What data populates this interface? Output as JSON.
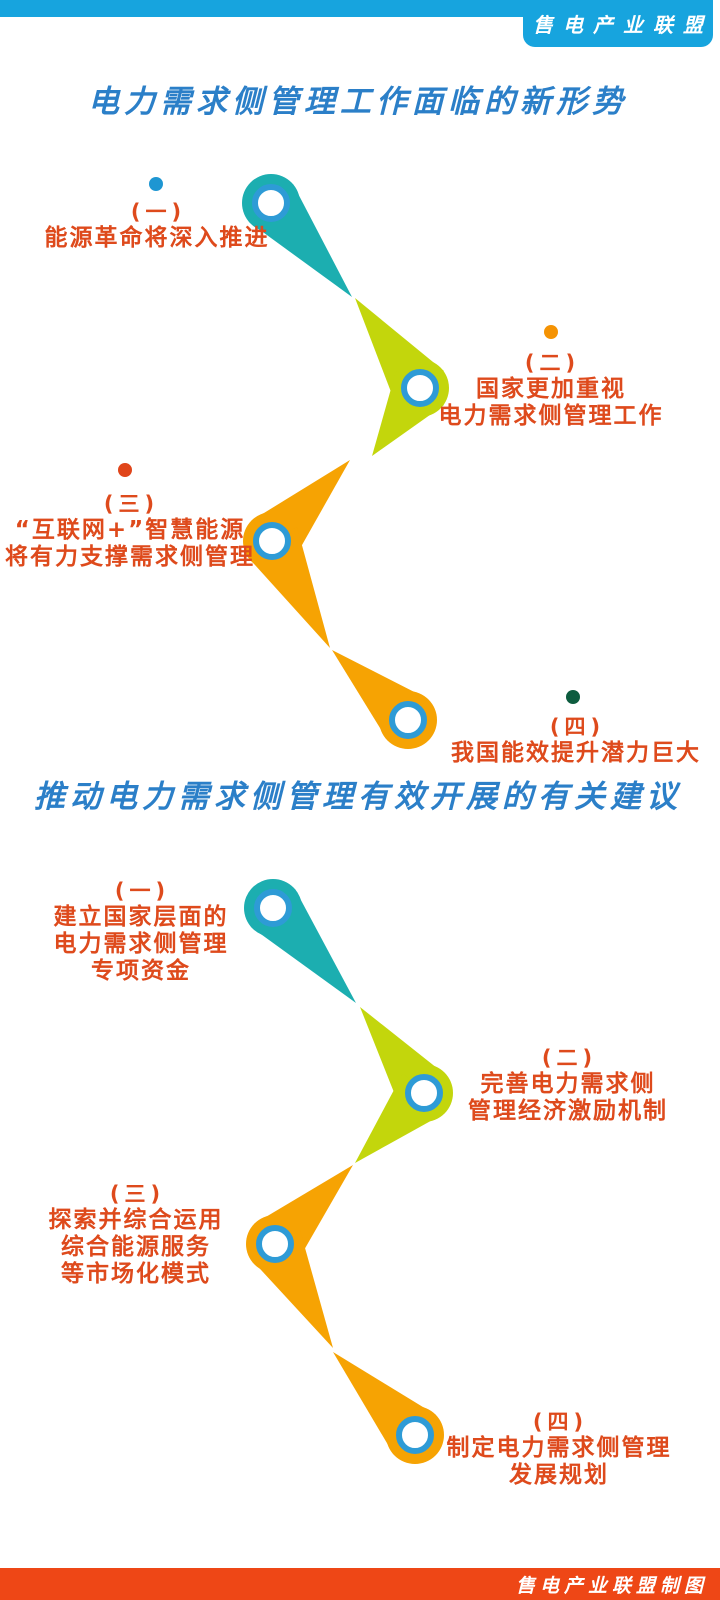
{
  "header": {
    "tab_label": "售电产业联盟"
  },
  "footer": {
    "credit": "售电产业联盟制图"
  },
  "colors": {
    "header_blue": "#17A4DE",
    "title_blue": "#2B7FC8",
    "text_red": "#DE4A1C",
    "footer_red": "#EE4716",
    "teal": "#1CAEB0",
    "chartreuse": "#C3D60C",
    "orange": "#F6A303",
    "ring_blue": "#2E9BD6"
  },
  "sections": [
    {
      "title": "电力需求侧管理工作面临的新形势",
      "items": [
        {
          "index_label": "(一)",
          "dot_color": "#1E96D2",
          "lines": [
            "能源革命将深入推进"
          ]
        },
        {
          "index_label": "(二)",
          "dot_color": "#F59303",
          "lines": [
            "国家更加重视",
            "电力需求侧管理工作"
          ]
        },
        {
          "index_label": "(三)",
          "dot_color": "#E0451A",
          "lines": [
            "“互联网+”智慧能源",
            "将有力支撑需求侧管理"
          ]
        },
        {
          "index_label": "(四)",
          "dot_color": "#0D5C3F",
          "lines": [
            "我国能效提升潜力巨大"
          ]
        }
      ]
    },
    {
      "title": "推动电力需求侧管理有效开展的有关建议",
      "items": [
        {
          "index_label": "(一)",
          "lines": [
            "建立国家层面的",
            "电力需求侧管理",
            "专项资金"
          ]
        },
        {
          "index_label": "(二)",
          "lines": [
            "完善电力需求侧",
            "管理经济激励机制"
          ]
        },
        {
          "index_label": "(三)",
          "lines": [
            "探索并综合运用",
            "综合能源服务",
            "等市场化模式"
          ]
        },
        {
          "index_label": "(四)",
          "lines": [
            "制定电力需求侧管理",
            "发展规划"
          ]
        }
      ]
    }
  ]
}
